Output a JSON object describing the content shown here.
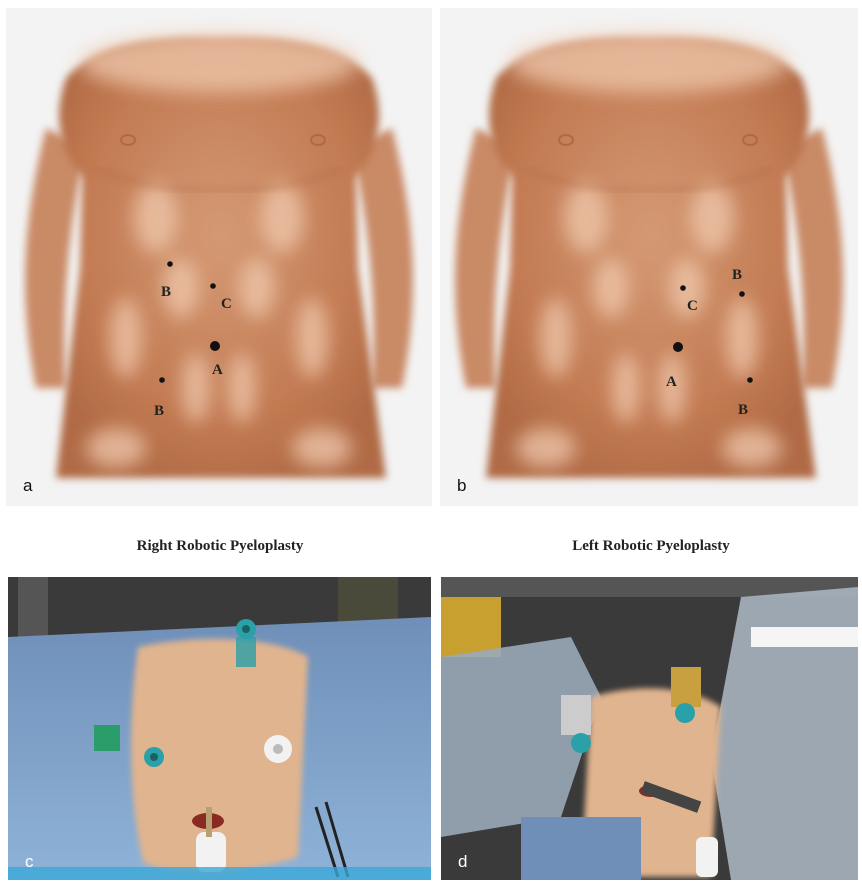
{
  "figure": {
    "panel_letters": {
      "a": "a",
      "b": "b",
      "c": "c",
      "d": "d"
    },
    "captions": {
      "right": "Right Robotic Pyeloplasty",
      "left": "Left Robotic Pyeloplasty"
    },
    "port_labels": {
      "a": [
        "B",
        "C",
        "A",
        "B"
      ],
      "b": [
        "B",
        "C",
        "A",
        "B"
      ]
    },
    "colors": {
      "skin": "#c88560",
      "skin_light": "#e8c2a8",
      "drape": "#8fb3d8",
      "port_teal": "#2aa0a8"
    }
  }
}
